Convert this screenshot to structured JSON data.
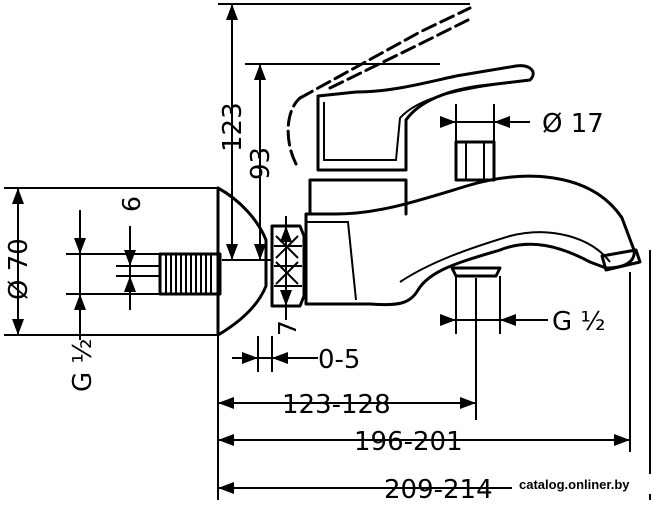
{
  "dimensions": {
    "height_123": "123",
    "height_93": "93",
    "diameter_70": "Ø 70",
    "dim_6": "6",
    "thread_left": "G ½",
    "dim_7": "7",
    "range_0_5": "0-5",
    "range_123_128": "123-128",
    "range_196_201": "196-201",
    "range_209_214": "209-214",
    "diameter_17": "Ø 17",
    "thread_outlet": "G ½"
  },
  "watermark": "catalog.onliner.by"
}
